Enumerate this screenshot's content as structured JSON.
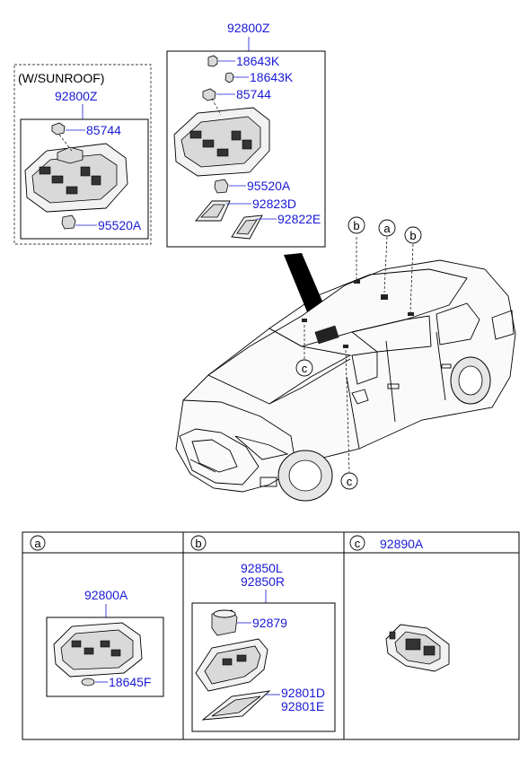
{
  "sunroof_group": {
    "title": "(W/SUNROOF)",
    "assembly": "92800Z",
    "parts": [
      "85744",
      "95520A"
    ]
  },
  "main_group": {
    "assembly": "92800Z",
    "parts": [
      "18643K",
      "18643K",
      "85744",
      "95520A",
      "92823D",
      "92822E"
    ]
  },
  "car_callouts": [
    "b",
    "a",
    "b",
    "c",
    "c"
  ],
  "table": {
    "col_a": {
      "letter": "a",
      "assembly": "92800A",
      "parts": [
        "18645F"
      ]
    },
    "col_b": {
      "letter": "b",
      "assembly_lines": [
        "92850L",
        "92850R"
      ],
      "parts": [
        "92879"
      ],
      "lens_lines": [
        "92801D",
        "92801E"
      ]
    },
    "col_c": {
      "letter": "c",
      "assembly": "92890A"
    }
  }
}
